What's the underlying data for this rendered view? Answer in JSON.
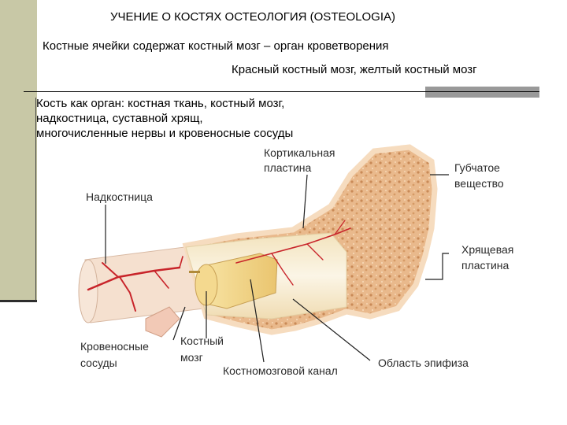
{
  "title": "УЧЕНИЕ О КОСТЯХ ОСТЕОЛОГИЯ (OSTEOLOGIA)",
  "subtitle_1": "Костные ячейки содержат костный мозг – орган кроветворения",
  "subtitle_2": "Красный костный мозг, желтый костный мозг",
  "description": "Кость как орган: костная ткань, костный мозг, надкостница, суставной хрящ, многочисленные нервы и кровеносные сосуды",
  "labels": {
    "cortical_1": "Кортикальная",
    "cortical_2": "пластина",
    "spongy_1": "Губчатое",
    "spongy_2": "вещество",
    "periosteum": "Надкостница",
    "cartilage_1": "Хрящевая",
    "cartilage_2": "пластина",
    "vessels_1": "Кровеносные",
    "vessels_2": "сосуды",
    "marrow_1": "Костный",
    "marrow_2": "мозг",
    "canal": "Костномозговой канал",
    "epiphysis": "Область эпифиза"
  },
  "colors": {
    "sidebar": "#c8c8a6",
    "spongy": "#e9b98c",
    "shaft": "#f9eed4",
    "marrow": "#f4d98f",
    "vessel": "#c8242a"
  }
}
